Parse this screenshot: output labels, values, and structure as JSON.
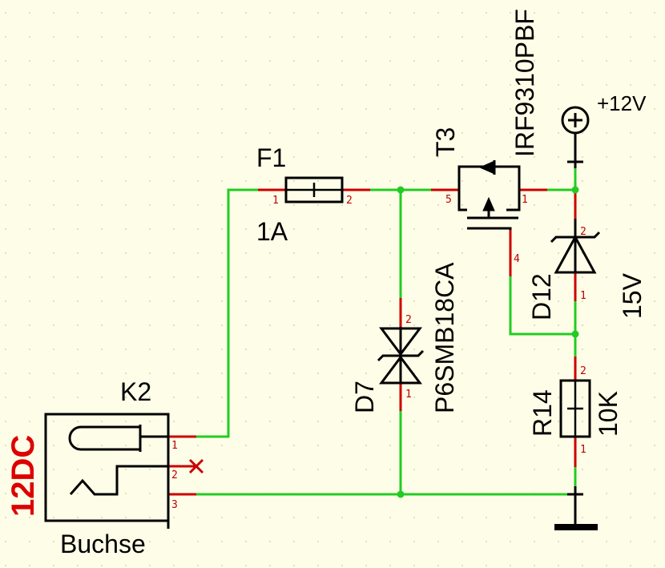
{
  "colors": {
    "background": "#fefee8",
    "grid": "#c8c8b0",
    "wire": "#22cc22",
    "pin_stub": "#cc0000",
    "symbol": "#000000",
    "unconnected": "#cc0000",
    "source_label": "#dd0000"
  },
  "components": {
    "fuse": {
      "ref": "F1",
      "value": "1A",
      "pin1": "1",
      "pin2": "2"
    },
    "mosfet": {
      "ref": "T3",
      "value": "IRF9310PBF",
      "pin_source": "5",
      "pin_drain": "1",
      "pin_gate": "4"
    },
    "tvs": {
      "ref": "D7",
      "value": "P6SMB18CA",
      "pin_top": "2",
      "pin_bottom": "1"
    },
    "zener": {
      "ref": "D12",
      "value": "15V",
      "pin_top": "2",
      "pin_bottom": "1"
    },
    "resistor": {
      "ref": "R14",
      "value": "10K",
      "pin_top": "2",
      "pin_bottom": "1"
    },
    "connector": {
      "ref": "K2",
      "value": "Buchse",
      "pin1": "1",
      "pin2": "2",
      "pin3": "3",
      "label": "12DC"
    }
  },
  "power": {
    "label": "+12V",
    "icon": "power-supply-icon"
  },
  "ground": {
    "icon": "ground-icon"
  }
}
